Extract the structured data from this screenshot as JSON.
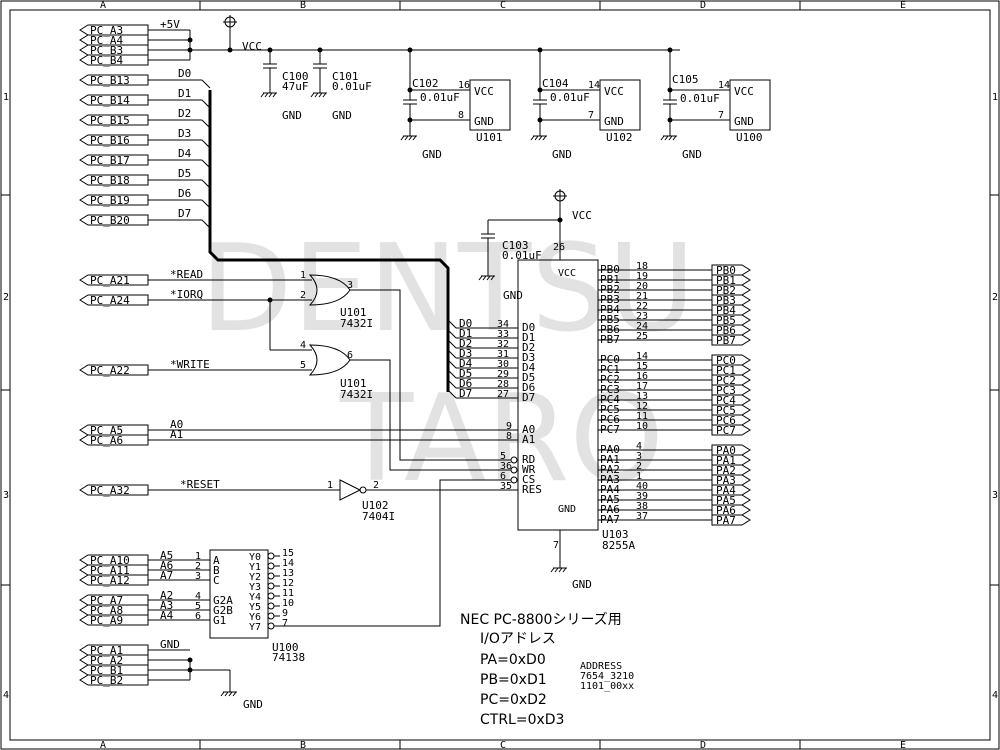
{
  "frame": {
    "col_labels": [
      "A",
      "B",
      "C",
      "D",
      "E"
    ],
    "row_labels": [
      "1",
      "2",
      "3",
      "4"
    ]
  },
  "watermark": {
    "line1": "DENTSU",
    "line2": "TARO"
  },
  "ports": {
    "pc_a3": "PC_A3",
    "pc_a4": "PC_A4",
    "pc_b3": "PC_B3",
    "pc_b4": "PC_B4",
    "pc_b13": "PC_B13",
    "pc_b14": "PC_B14",
    "pc_b15": "PC_B15",
    "pc_b16": "PC_B16",
    "pc_b17": "PC_B17",
    "pc_b18": "PC_B18",
    "pc_b19": "PC_B19",
    "pc_b20": "PC_B20",
    "pc_a21": "PC_A21",
    "pc_a24": "PC_A24",
    "pc_a22": "PC_A22",
    "pc_a5": "PC_A5",
    "pc_a6": "PC_A6",
    "pc_a32": "PC_A32",
    "pc_a10": "PC_A10",
    "pc_a11": "PC_A11",
    "pc_a12": "PC_A12",
    "pc_a7": "PC_A7",
    "pc_a8": "PC_A8",
    "pc_a9": "PC_A9",
    "pc_a1": "PC_A1",
    "pc_a2": "PC_A2",
    "pc_b1": "PC_B1",
    "pc_b2": "PC_B2",
    "pb": [
      "PB0",
      "PB1",
      "PB2",
      "PB3",
      "PB4",
      "PB5",
      "PB6",
      "PB7"
    ],
    "pc": [
      "PC0",
      "PC1",
      "PC2",
      "PC3",
      "PC4",
      "PC5",
      "PC6",
      "PC7"
    ],
    "pa": [
      "PA0",
      "PA1",
      "PA2",
      "PA3",
      "PA4",
      "PA5",
      "PA6",
      "PA7"
    ]
  },
  "nets": {
    "plus5v": "+5V",
    "vcc": "VCC",
    "gnd": "GND",
    "data": [
      "D0",
      "D1",
      "D2",
      "D3",
      "D4",
      "D5",
      "D6",
      "D7"
    ],
    "read": "*READ",
    "iorq": "*IORQ",
    "write": "*WRITE",
    "reset": "*RESET",
    "a0": "A0",
    "a1": "A1",
    "a5": "A5",
    "a6": "A6",
    "a7": "A7",
    "a2": "A2",
    "a3": "A3",
    "a4": "A4"
  },
  "caps": {
    "c100": {
      "name": "C100",
      "value": "47uF"
    },
    "c101": {
      "name": "C101",
      "value": "0.01uF"
    },
    "c102": {
      "name": "C102",
      "value": "0.01uF"
    },
    "c104": {
      "name": "C104",
      "value": "0.01uF"
    },
    "c105": {
      "name": "C105",
      "value": "0.01uF"
    },
    "c103": {
      "name": "C103",
      "value": "0.01uF"
    }
  },
  "power_blocks": [
    {
      "name": "U101",
      "vcc": "VCC",
      "gnd": "GND",
      "vcc_pin": "16",
      "gnd_pin": "8"
    },
    {
      "name": "U102",
      "vcc": "VCC",
      "gnd": "GND",
      "vcc_pin": "14",
      "gnd_pin": "7"
    },
    {
      "name": "U100",
      "vcc": "VCC",
      "gnd": "GND",
      "vcc_pin": "14",
      "gnd_pin": "7"
    }
  ],
  "gates": {
    "u101a": {
      "ref": "U101",
      "part": "7432I",
      "in1": "1",
      "in2": "2",
      "out": "3"
    },
    "u101b": {
      "ref": "U101",
      "part": "7432I",
      "in1": "4",
      "in2": "5",
      "out": "6"
    },
    "u102": {
      "ref": "U102",
      "part": "7404I",
      "in": "1",
      "out": "2"
    }
  },
  "ppi": {
    "ref": "U103",
    "part": "8255A",
    "vcc": "VCC",
    "gnd": "GND",
    "vcc_pin": "26",
    "gnd_pin": "7",
    "left_pins": [
      "D0",
      "D1",
      "D2",
      "D3",
      "D4",
      "D5",
      "D6",
      "D7",
      "A0",
      "A1",
      "RD",
      "WR",
      "CS",
      "RES"
    ],
    "left_nums": [
      "34",
      "33",
      "32",
      "31",
      "30",
      "29",
      "28",
      "27",
      "9",
      "8",
      "5",
      "36",
      "6",
      "35"
    ],
    "pb_nums": [
      "18",
      "19",
      "20",
      "21",
      "22",
      "23",
      "24",
      "25"
    ],
    "pc_nums": [
      "14",
      "15",
      "16",
      "17",
      "13",
      "12",
      "11",
      "10"
    ],
    "pa_nums": [
      "4",
      "3",
      "2",
      "1",
      "40",
      "39",
      "38",
      "37"
    ]
  },
  "decoder": {
    "ref": "U100",
    "part": "74138",
    "in_pins": [
      "A",
      "B",
      "C",
      "G2A",
      "G2B",
      "G1"
    ],
    "in_nums": [
      "1",
      "2",
      "3",
      "4",
      "5",
      "6"
    ],
    "out_pins": [
      "Y0",
      "Y1",
      "Y2",
      "Y3",
      "Y4",
      "Y5",
      "Y6",
      "Y7"
    ],
    "out_nums": [
      "15",
      "14",
      "13",
      "12",
      "11",
      "10",
      "9",
      "7"
    ]
  },
  "notes": {
    "title": "NEC PC-8800シリーズ用",
    "subtitle": "I/Oアドレス",
    "lines": [
      "PA=0xD0",
      "PB=0xD1",
      "PC=0xD2",
      "CTRL=0xD3"
    ],
    "addr": [
      "ADDRESS",
      "7654_3210",
      "1101_00xx"
    ]
  }
}
